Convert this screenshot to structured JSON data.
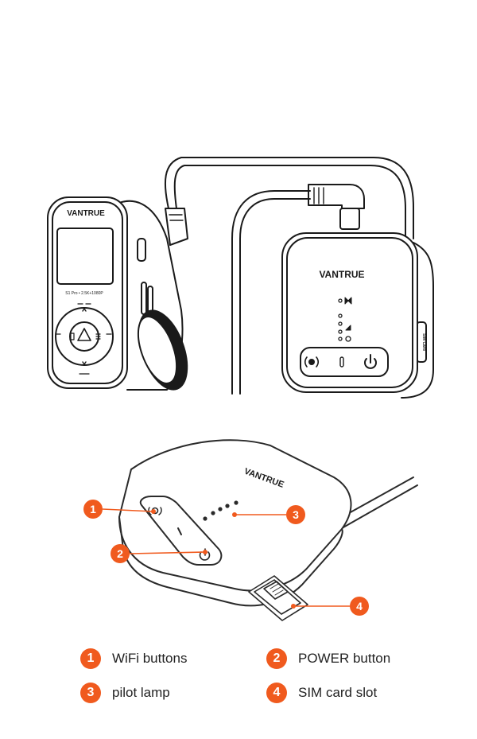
{
  "accent_color": "#f05a1e",
  "top_device": {
    "dashcam_brand": "VANTRUE",
    "dashcam_model_text": "S1 Pro • 2.5K+1080P",
    "hub_brand": "VANTRUE",
    "hub_port_label": "SIM Card",
    "hub_icons": [
      "wifi-icon",
      "lamp-icon",
      "power-icon"
    ]
  },
  "bottom_device": {
    "hub_brand": "VANTRUE"
  },
  "callouts": [
    {
      "number": "1",
      "label": "WiFi buttons"
    },
    {
      "number": "2",
      "label": "POWER button"
    },
    {
      "number": "3",
      "label": "pilot lamp"
    },
    {
      "number": "4",
      "label": "SIM card slot"
    }
  ]
}
